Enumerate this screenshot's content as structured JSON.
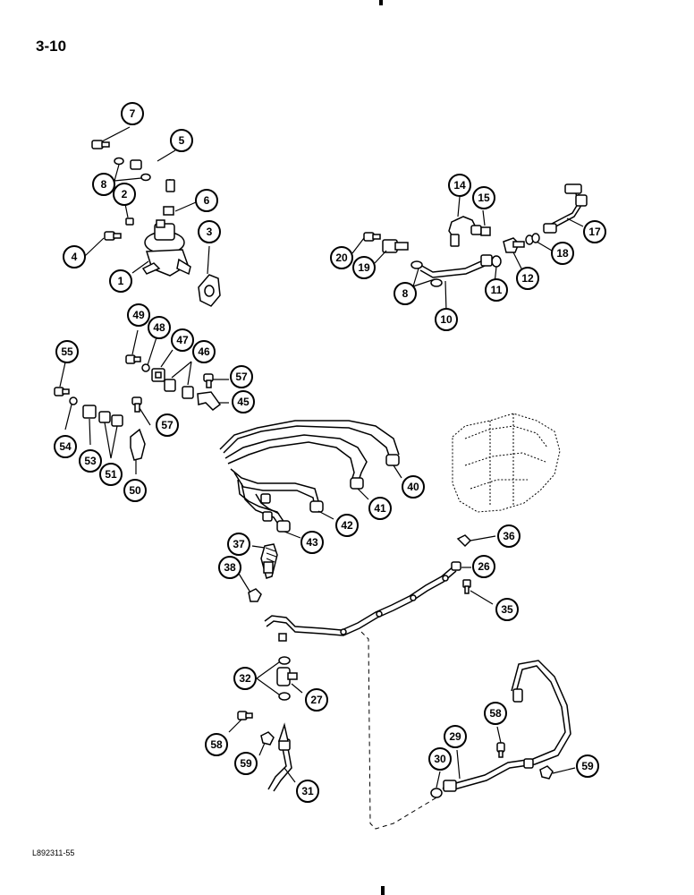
{
  "page": {
    "number": "3-10",
    "figure_code": "L892311-55"
  },
  "callouts": [
    "7",
    "5",
    "8",
    "2",
    "6",
    "4",
    "3",
    "1",
    "14",
    "15",
    "17",
    "20",
    "19",
    "18",
    "12",
    "11",
    "8",
    "10",
    "49",
    "48",
    "47",
    "46",
    "55",
    "57",
    "45",
    "54",
    "53",
    "51",
    "57",
    "50",
    "40",
    "41",
    "42",
    "43",
    "37",
    "36",
    "38",
    "26",
    "35",
    "32",
    "27",
    "58",
    "59",
    "31",
    "30",
    "29",
    "58",
    "59"
  ]
}
